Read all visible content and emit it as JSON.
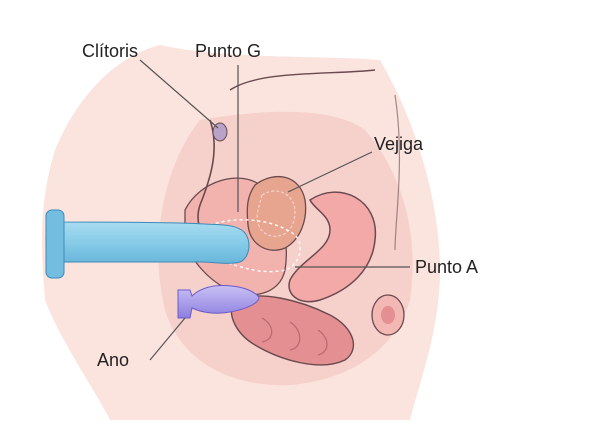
{
  "labels": {
    "clitoris": "Clítoris",
    "punto_g": "Punto G",
    "vejiga": "Vejiga",
    "punto_a": "Punto A",
    "ano": "Ano"
  },
  "colors": {
    "skin_light": "#fbe3de",
    "skin_mid": "#f4c9c3",
    "tissue_pink": "#f3a9a8",
    "tissue_dark": "#e48f92",
    "outline": "#6a4a4e",
    "bladder": "#e7a58f",
    "dildo": "#7ec6e6",
    "dildo_dark": "#4fa3cf",
    "plug": "#a79be9",
    "plug_dark": "#7f6ad9",
    "clitoris": "#b8a2c8"
  }
}
